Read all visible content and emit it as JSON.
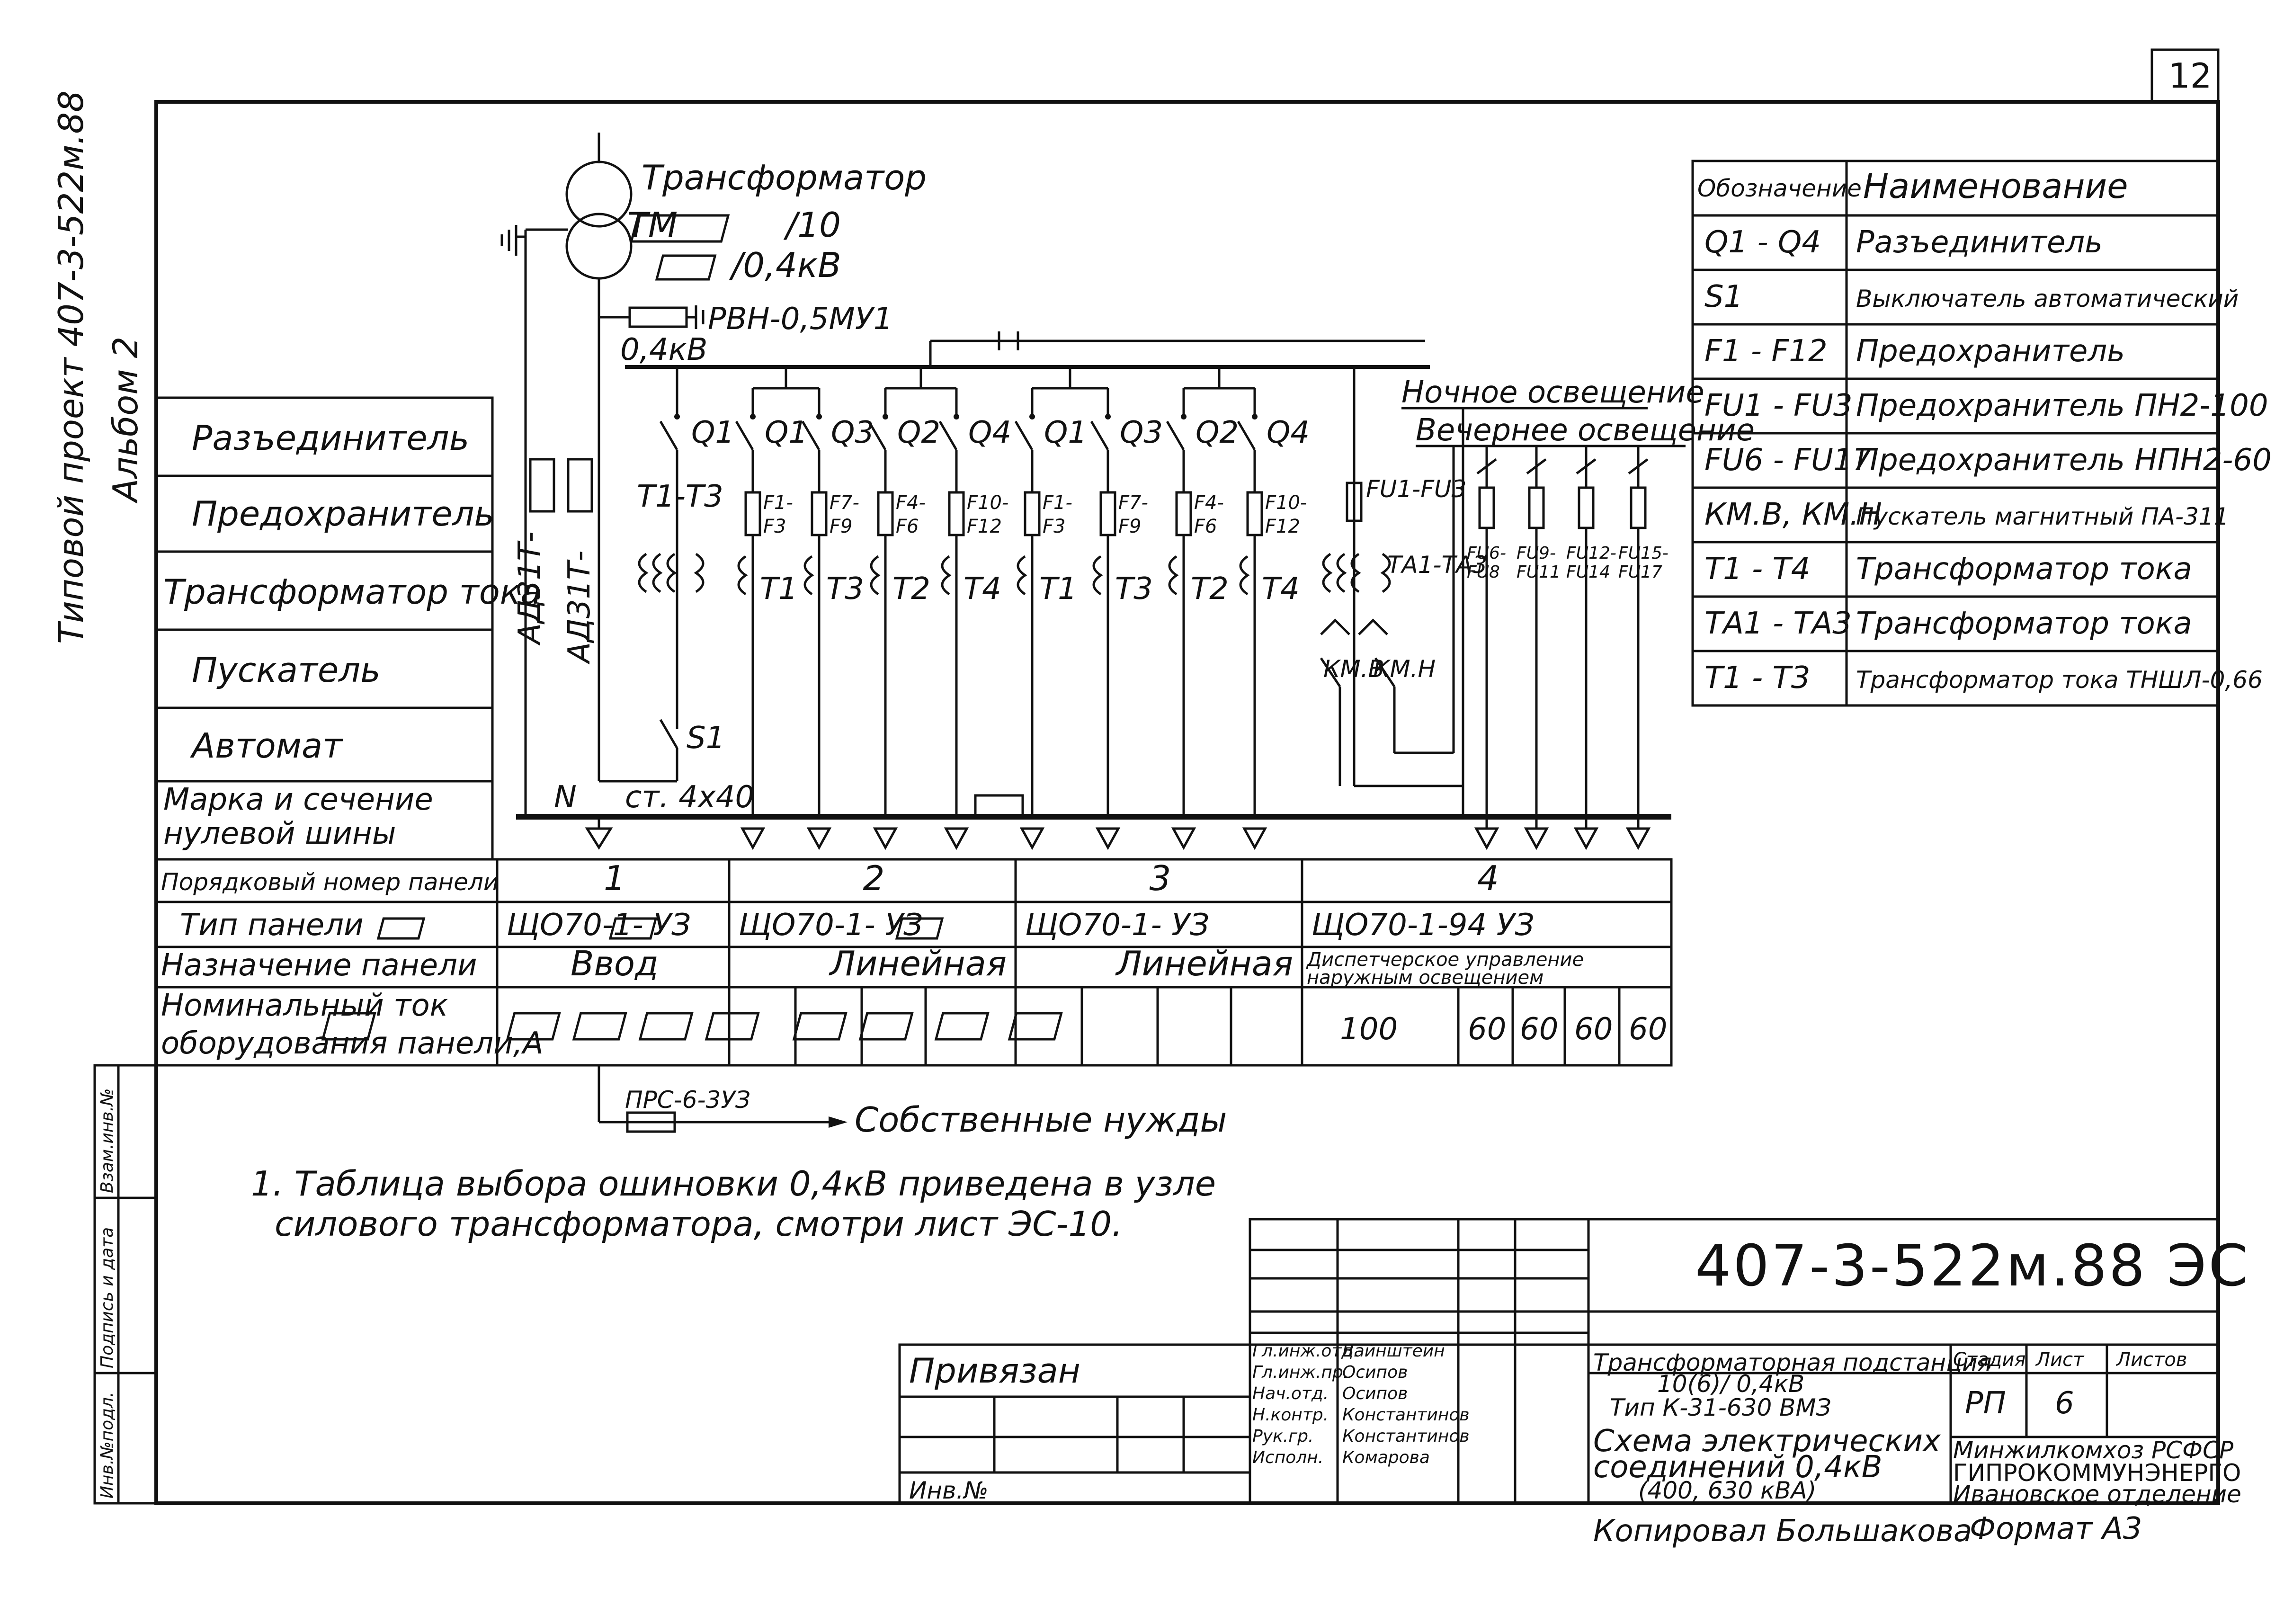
{
  "sheet": {
    "sheet_number": "12",
    "side_title": "Типовой проект 407-3-522м.88",
    "side_album": "Альбом 2",
    "stamp_side_labels": [
      "Инв.№подл.",
      "Подпись и дата",
      "Взам.инв.№"
    ]
  },
  "transformer": {
    "name": "Трансформатор",
    "type_prefix": "ТМ",
    "hv_suffix": "/10",
    "lv_suffix": "/0,4кВ",
    "arrester": "РВН-0,5МУ1",
    "bus_voltage": "0,4кВ",
    "ct_group": "Т1-Т3",
    "breaker": "S1",
    "cable_left": "АД31Т-",
    "cable_right": "АД31Т-",
    "neutral": "N",
    "neutral_bus": "ст. 4х40"
  },
  "row_labels": [
    "Разъединитель",
    "Предохранитель",
    "Трансформатор тока",
    "Пускатель",
    "Автомат",
    "Марка и сечение нулевой шины"
  ],
  "feeders": [
    {
      "switch": "Q1",
      "fuse": "F1-F3",
      "ct": "Т1"
    },
    {
      "switch": "Q3",
      "fuse": "F7-F9",
      "ct": "Т3"
    },
    {
      "switch": "Q2",
      "fuse": "F4-F6",
      "ct": "Т2"
    },
    {
      "switch": "Q4",
      "fuse": "F10-F12",
      "ct": "Т4"
    },
    {
      "switch": "Q1",
      "fuse": "F1-F3",
      "ct": "Т1"
    },
    {
      "switch": "Q3",
      "fuse": "F7-F9",
      "ct": "Т3"
    },
    {
      "switch": "Q2",
      "fuse": "F4-F6",
      "ct": "Т2"
    },
    {
      "switch": "Q4",
      "fuse": "F10-F12",
      "ct": "Т4"
    }
  ],
  "incomer_switch": "Q1",
  "lighting": {
    "night": "Ночное освещение",
    "evening": "Вечернее освещение",
    "fuse_main": "FU1-FU3",
    "ct_main": "ТА1-ТА3",
    "starters": [
      "КМ.В",
      "КМ.Н"
    ],
    "fuse_groups": [
      "FU6-FU8",
      "FU9-FU11",
      "FU12-FU14",
      "FU15-FU17"
    ]
  },
  "legend": {
    "headers": [
      "Обозначение",
      "Наименование"
    ],
    "rows": [
      [
        "Q1 - Q4",
        "Разъединитель"
      ],
      [
        "S1",
        "Выключатель автоматический"
      ],
      [
        "F1 - F12",
        "Предохранитель"
      ],
      [
        "FU1 - FU3",
        "Предохранитель ПН2-100"
      ],
      [
        "FU6 - FU17",
        "Предохранитель НПН2-60"
      ],
      [
        "КМ.В, КМ.Н",
        "Пускатель магнитный ПА-311"
      ],
      [
        "Т1 - Т4",
        "Трансформатор тока"
      ],
      [
        "ТА1 - ТА3",
        "Трансформатор тока"
      ],
      [
        "Т1 - Т3",
        "Трансформатор тока ТНШЛ-0,66"
      ]
    ]
  },
  "panel_table": {
    "row_headers": [
      "Порядковый номер панели",
      "Тип панели",
      "Назначение панели",
      "Номинальный ток оборудования панели,А"
    ],
    "panels": [
      {
        "number": "1",
        "type": "ЩО70-1-    УЗ",
        "purpose": "Ввод"
      },
      {
        "number": "2",
        "type": "ЩО70-1-    УЗ",
        "purpose": "Линейная"
      },
      {
        "number": "3",
        "type": "ЩО70-1-    УЗ",
        "purpose": "Линейная"
      },
      {
        "number": "4",
        "type": "ЩО70-1-94 УЗ",
        "purpose": "Диспетчерское управление наружным освещением"
      }
    ],
    "panel4_currents": [
      "100",
      "60",
      "60",
      "60",
      "60"
    ]
  },
  "own_needs": {
    "cable": "ПРС-6-3УЗ",
    "label": "Собственные нужды"
  },
  "note": [
    "1. Таблица выбора ошиновки 0,4кВ приведена в узле",
    "силового трансформатора, смотри лист ЭС-10."
  ],
  "title_block": {
    "code": "407-3-522м.88 ЭС",
    "bound": "Привязан",
    "inv": "Инв.№",
    "roles": [
      "Гл.инж.отд.",
      "Гл.инж.пр.",
      "Нач.отд.",
      "Н.контр.",
      "Рук.гр.",
      "Исполн."
    ],
    "names": [
      "Вайнштейн",
      "Осипов",
      "Осипов",
      "Константинов",
      "Константинов",
      "Комарова"
    ],
    "object_title": [
      "Трансформаторная подстанция",
      "10(6)/ 0,4кВ",
      "Тип К-31-630 ВМЗ"
    ],
    "drawing_title": [
      "Схема электрических",
      "соединений 0,4кВ",
      "(400, 630 кВА)"
    ],
    "stage_header": "Стадия",
    "sheet_header": "Лист",
    "sheets_header": "Листов",
    "stage": "РП",
    "sheet_no": "6",
    "org": [
      "Минжилкомхоз РСФСР",
      "ГИПРОКОММУНЭНЕРГО",
      "Ивановское отделение"
    ],
    "copied": "Копировал  Большакова",
    "format": "Формат А3"
  }
}
